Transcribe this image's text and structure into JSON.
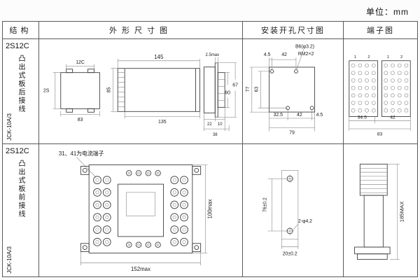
{
  "unit_label": "单位：mm",
  "headers": {
    "structure": "结构",
    "outline": "外形尺寸图",
    "mounting": "安装开孔尺寸图",
    "terminal": "端子图"
  },
  "row1": {
    "model": "2S12C",
    "wiring": "凸出式板后接线",
    "code": "JCK-10A/3",
    "outline": {
      "top_w": "12C",
      "top_h": "2S",
      "top_b": "83",
      "front_top": "145",
      "front_bottom": "135",
      "front_left": "85",
      "side_top": "2.5max",
      "side_r1": "67",
      "side_r2": "60",
      "side_b1": "22",
      "side_b2": "10",
      "side_b3": "38"
    },
    "mounting": {
      "t1": "4.5",
      "t2": "42",
      "hole": "B6(φ3.2)",
      "thread": "RM2×2",
      "l1": "77",
      "l2": "63",
      "b1": "32.5",
      "b2": "42",
      "b3": "4.5",
      "b4": "79"
    },
    "terminal": {
      "c1": "1",
      "c2": "2",
      "c3": "1",
      "c4": "2",
      "d1": "34.5",
      "d2": "42",
      "d3": "83"
    }
  },
  "row2": {
    "model": "2S12C",
    "wiring": "凸出式板前接线",
    "code": "JCK-10A/3",
    "outline": {
      "note": "31、41为电流端子",
      "h": "100max",
      "w": "152max"
    },
    "mounting": {
      "h": "76±0.2",
      "holes": "2-φ4.2",
      "w": "20±0.2"
    },
    "terminal": {
      "h": "185MAX"
    }
  }
}
